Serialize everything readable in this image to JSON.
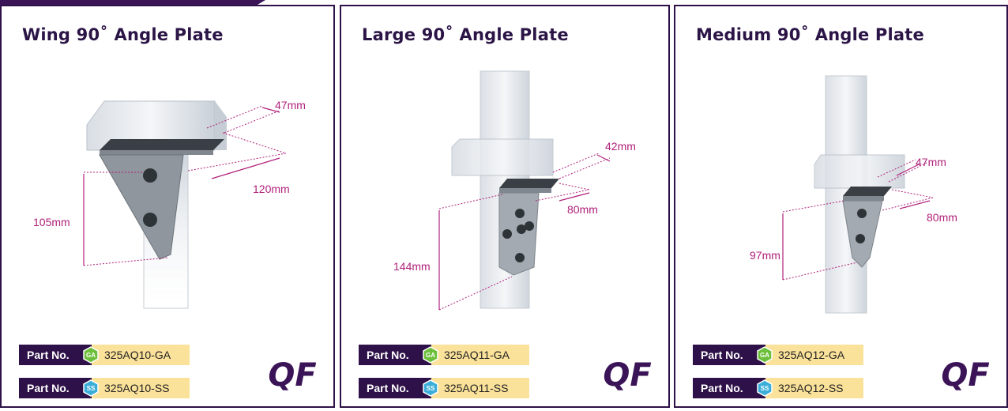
{
  "colors": {
    "brand": "#2e1148",
    "dimension": "#b0207a",
    "part_number_bg": "#fbe29a",
    "ga_badge": "#6cbf3a",
    "ss_badge": "#3aaed8"
  },
  "panels": [
    {
      "title": "Wing 90˚ Angle Plate",
      "dims": {
        "top": "47mm",
        "side": "120mm",
        "height": "105mm"
      },
      "parts": [
        {
          "label": "Part No.",
          "finish": "GA",
          "number": "325AQ10-GA"
        },
        {
          "label": "Part No.",
          "finish": "SS",
          "number": "325AQ10-SS"
        }
      ],
      "logo": "QF"
    },
    {
      "title": "Large 90˚ Angle Plate",
      "dims": {
        "top": "42mm",
        "side": "80mm",
        "height": "144mm"
      },
      "parts": [
        {
          "label": "Part No.",
          "finish": "GA",
          "number": "325AQ11-GA"
        },
        {
          "label": "Part No.",
          "finish": "SS",
          "number": "325AQ11-SS"
        }
      ],
      "logo": "QF"
    },
    {
      "title": "Medium 90˚ Angle Plate",
      "dims": {
        "top": "47mm",
        "side": "80mm",
        "height": "97mm"
      },
      "parts": [
        {
          "label": "Part No.",
          "finish": "GA",
          "number": "325AQ12-GA"
        },
        {
          "label": "Part No.",
          "finish": "SS",
          "number": "325AQ12-SS"
        }
      ],
      "logo": "QF"
    }
  ]
}
